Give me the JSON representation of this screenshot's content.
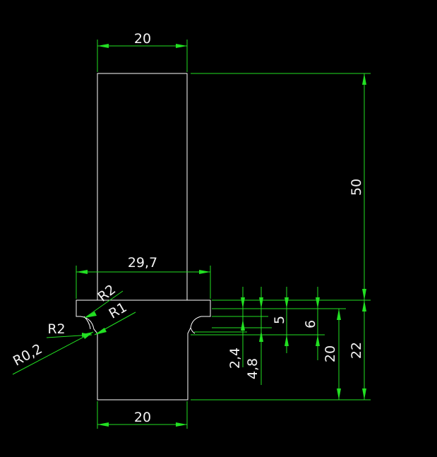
{
  "drawing": {
    "background": "#000000",
    "part_color": "#ffffff",
    "dimension_color": "#22e022",
    "text_color": "#f2f2f2"
  },
  "dimensions": {
    "top_width": "20",
    "bottom_width": "20",
    "flange_width": "29,7",
    "height_top": "50",
    "height_bottom": "22",
    "height_lower": "20",
    "dim_5": "5",
    "dim_6": "6",
    "dim_2_4": "2,4",
    "dim_4_8": "4,8"
  },
  "radii": {
    "r2_upper": "R2",
    "r1": "R1",
    "r2_lower": "R2",
    "r0_2": "R0,2"
  }
}
